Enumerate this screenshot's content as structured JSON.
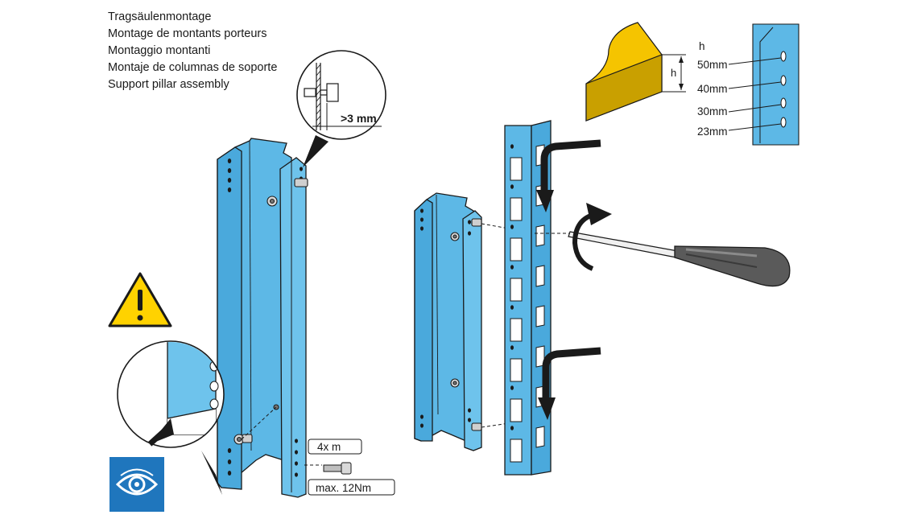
{
  "titles": [
    "Tragsäulenmontage",
    "Montage de montants porteurs",
    "Montaggio montanti",
    "Montaje de columnas de soporte",
    "Support pillar assembly"
  ],
  "gap_label": ">3 mm",
  "screws": {
    "count_label": "4x m",
    "torque_label": "max. 12Nm"
  },
  "height_detail": {
    "h_label": "h",
    "column_header": "h",
    "sizes": [
      "50mm",
      "40mm",
      "30mm",
      "23mm"
    ]
  },
  "icons": [
    "warning-icon",
    "eye-inspection-icon",
    "screwdriver-icon",
    "rotate-arrow-icon",
    "insert-arrow-icon"
  ],
  "colors": {
    "part_blue": "#5db8e6",
    "part_blue_dark": "#3f9fd0",
    "warning_yellow": "#ffd200",
    "beam_yellow": "#f5c400",
    "eye_sign_blue": "#1f76bd",
    "handle_gray": "#5a5a5a"
  }
}
